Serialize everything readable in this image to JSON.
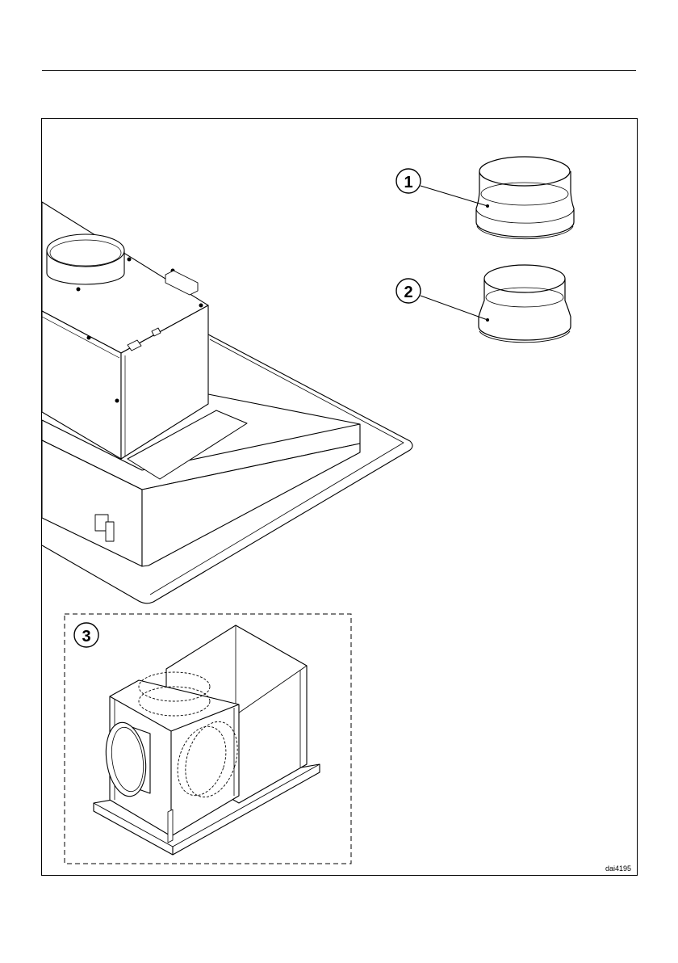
{
  "callouts": [
    {
      "label": "1"
    },
    {
      "label": "2"
    },
    {
      "label": "3"
    }
  ],
  "figure_code": "dai4195"
}
